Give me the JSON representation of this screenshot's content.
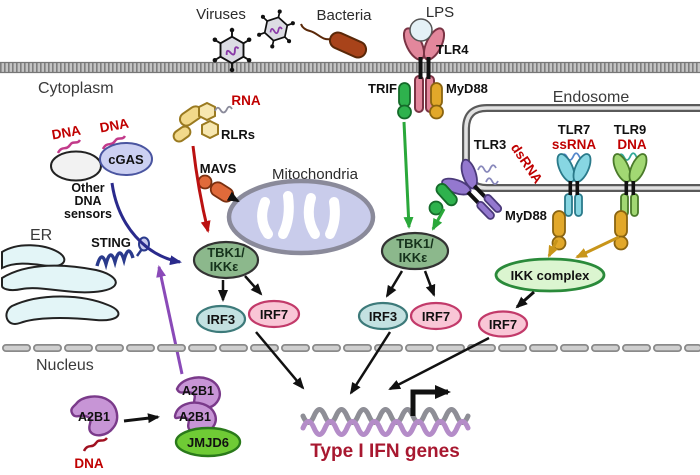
{
  "regions": {
    "cytoplasm": "Cytoplasm",
    "nucleus": "Nucleus",
    "er": "ER",
    "endosome": "Endosome",
    "mitochondria": "Mitochondria"
  },
  "pathogens": {
    "viruses": "Viruses",
    "bacteria": "Bacteria",
    "lps": "LPS"
  },
  "receptors": {
    "tlr4": "TLR4",
    "tlr3": "TLR3",
    "tlr7": "TLR7",
    "tlr9": "TLR9",
    "rlrs": "RLRs",
    "cgas": "cGAS",
    "sting": "STING",
    "mavs": "MAVS",
    "other_dna_sensors": [
      "Other",
      "DNA",
      "sensors"
    ]
  },
  "adaptors": {
    "trif": "TRIF",
    "myd88_tlr4": "MyD88",
    "myd88_endosome": "MyD88"
  },
  "ligands": {
    "dna": "DNA",
    "rna": "RNA",
    "dsrna": "dsRNA",
    "ssrna": "ssRNA"
  },
  "signaling": {
    "tbk1_line1": "TBK1/",
    "tbk1_line2": "IKKε",
    "ikk_complex": "IKK complex",
    "irf3": "IRF3",
    "irf7": "IRF7"
  },
  "nuclear_factors": {
    "a2b1": "A2B1",
    "jmjd6": "JMJD6"
  },
  "output": {
    "genes": "Type I IFN genes"
  },
  "colors": {
    "tlr4_pink": "#e2879c",
    "trif_green": "#2eb24d",
    "myd88_gold": "#e2a82a",
    "tlr3_purple": "#9478cf",
    "tlr7_cyan": "#87d6e2",
    "tlr9_green": "#a2d873",
    "cgas_fill": "#ccd0f2",
    "other_sensor_fill": "#f2f2f2",
    "sting_navy": "#2a3a8c",
    "rlr_yellow": "#f2d98a",
    "mavs_orange": "#e06a3a",
    "mito_fill": "#c9cceb",
    "tbk1_fill": "#8cb88c",
    "irf3_fill": "#c3e1e1",
    "irf7_fill": "#f9c6d6",
    "ikk_fill": "#dbf5d0",
    "a2b1_purple": "#c795d6",
    "jmjd6_green": "#6fcb35",
    "virus_fill": "#dcdce4",
    "bacteria_fill": "#a8431a",
    "lps_fill": "#e4f1f6",
    "er_fill": "#e3f5f7",
    "arrow_green": "#2aa83a",
    "arrow_gold": "#c8951a",
    "arrow_red": "#bb1111",
    "arrow_navy": "#2a2a8c",
    "arrow_purple": "#8a4ab8",
    "red_label": "#c00000",
    "gene_label": "#a81830"
  }
}
